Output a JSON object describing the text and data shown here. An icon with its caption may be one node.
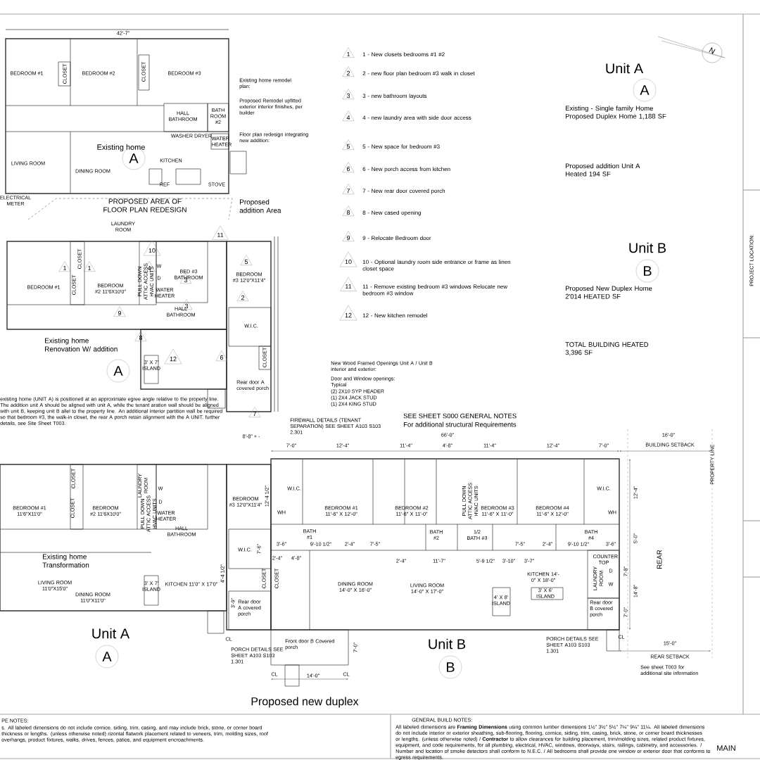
{
  "diagram": {
    "title": "Proposed new duplex",
    "nodes": [
      {
        "text": [
          "1"
        ],
        "beside": [
          "1 - New closets bedrooms #1 #2"
        ]
      },
      {
        "text": [
          "2"
        ],
        "beside": [
          "2 - new floor plan bedroom #3 walk in closet"
        ]
      },
      {
        "text": [
          "3"
        ],
        "beside": [
          "3 - new bathroom layouts"
        ]
      },
      {
        "text": [
          "4"
        ],
        "beside": [
          "4 - new laundry area with side door access"
        ]
      },
      {
        "text": [
          "5"
        ],
        "beside": [
          "5 - New space for bedroom #3"
        ]
      },
      {
        "text": [
          "6"
        ],
        "beside": [
          "6 - New porch access from kitchen"
        ]
      },
      {
        "text": [
          "7"
        ],
        "beside": [
          "7 - New rear door covered porch"
        ]
      },
      {
        "text": [
          "8"
        ],
        "beside": [
          "8 - New cased opening"
        ]
      },
      {
        "text": [
          "9"
        ],
        "beside": [
          "9 - Relocate Bedroom door"
        ]
      },
      {
        "text": [
          "10"
        ],
        "beside": [
          "10 - Optional laundry room side entrance or frame as linen closet space"
        ]
      },
      {
        "text": [
          "11"
        ],
        "beside": [
          "11 - Remove existing bedroom #3 windows Relocate new bedroom #3 window"
        ]
      },
      {
        "text": [
          "12"
        ],
        "beside": [
          "12 - New kitchen remodel"
        ]
      },
      {
        "text": [
          "11"
        ]
      },
      {
        "text": [
          "10"
        ]
      },
      {
        "text": [
          "1"
        ]
      },
      {
        "text": [
          "1"
        ]
      },
      {
        "text": [
          "4"
        ]
      },
      {
        "text": [
          "5"
        ]
      },
      {
        "text": [
          "3"
        ]
      },
      {
        "text": [
          "2"
        ]
      },
      {
        "text": [
          "3"
        ]
      },
      {
        "text": [
          "9"
        ]
      },
      {
        "text": [
          "8"
        ]
      },
      {
        "text": [
          "12"
        ]
      },
      {
        "text": [
          "6"
        ]
      },
      {
        "text": [
          "7"
        ]
      },
      {
        "text": [
          "A"
        ]
      },
      {
        "text": [
          "A"
        ]
      },
      {
        "text": [
          "A"
        ],
        "beside": [
          "Unit A"
        ]
      },
      {
        "text": [
          "B"
        ],
        "beside": [
          "Unit B"
        ]
      },
      {
        "text": [
          "A"
        ],
        "beside": [
          "Unit A"
        ]
      },
      {
        "text": [
          "B"
        ],
        "beside": [
          "Unit B"
        ]
      }
    ],
    "labels": [
      "42'-7\"",
      "BEDROOM #1",
      "CLOSET",
      "BEDROOM #2",
      "CLOSET",
      "BEDROOM #3",
      "HALL BATHROOM",
      "BATH ROOM #2",
      "WASHER DRYER",
      "WATER HEATER",
      "Existing home",
      "LIVING ROOM",
      "DINING ROOM",
      "KITCHEN",
      "REF",
      "STOVE",
      "ELECTRICAL METER",
      "Existing home remodel plan:",
      "Proposed Remodel upfitted exterior interior finishes, per builder",
      "Floor plan redesign integrating new addition:",
      "PROPOSED AREA OF FLOOR PLAN REDESIGN",
      "Proposed addition Area",
      "LAUNDRY ROOM",
      "BEDROOM #1",
      "BEDROOM #2 11'6X10'0\"",
      "CLOSET",
      "CLOSET",
      "PULL DOWN ATTIC ACCESS HVAC UNITS",
      "W",
      "D",
      "WATER HEATER",
      "BED #3 BATHROOM",
      "HALL BATHROOM",
      "BEDROOM #3 12'0\"X11'4\"",
      "W.I.C.",
      "CLOSET",
      "Existing home Renovation W/ addition",
      "3' X 7' ISLAND",
      "Rear door A covered porch",
      "existing home (UNIT A) is positioned at an approximate egree angle relative to the property line. The addition unit A should be aligned with unit A, while the tenant aration wall should be aligned with unit B, keeping unit B allel to the property line. An additional interior partition wall be required so that bedroom #3, the walk-in closet, the rear A porch retain alignment with the A UNIT. further details, see Site Sheet T003.",
      "New Wood Framed Openings Unit A / Unit B interior and exterior:",
      "Door and Window openings: Typical",
      "(2) 2X10 SYP HEADER",
      "(1) 2X4 JACK STUD",
      "(1) 2X4 KING STUD",
      "FIREWALL DETAILS (TENANT SEPARATION) SEE SHEET A103 S103 2.301",
      "SEE SHEET S000 GENERAL NOTES",
      "For additional structural Requirements",
      "8'-8\" + -",
      "Existing - Single family Home Proposed Duplex Home 1,188 SF",
      "Proposed addition Unit A Heated 194 SF",
      "Proposed New Duplex Home 2'014 HEATED SF",
      "TOTAL BUILDING HEATED 3,396 SF",
      "N",
      "BEDROOM #1 11'6\"X11'0\"",
      "CLOSET",
      "CLOSET",
      "BEDROOM #2 11'6X10'0\"",
      "LAUNDRY ROOM",
      "PULL DOWN ATTIC ACCESS HVAC UNITS",
      "W",
      "D",
      "WATER HEATER",
      "HALL BATHROOM",
      "BEDROOM #3 12'0\"X11'4\"",
      "12'-4 1/2\"",
      "W.I.C.",
      "7'-6\"",
      "Existing home Transformation",
      "LIVING ROOM 11'0\"X15'0\"",
      "DINING ROOM 11'0\"X11'0\"",
      "3' X 7' ISLAND",
      "KITCHEN 11'0\" X 17'0\"",
      "4'-4 1/2\"",
      "CLOSET",
      "3'-9\"",
      "Rear door A covered porch",
      "CL",
      "PORCH DETAILS SEE SHEET A103 S103 1.301",
      "66'-0\"",
      "7'-0\"",
      "12'-4\"",
      "11'-4\"",
      "4'-8\"",
      "11'-4\"",
      "12'-4\"",
      "7'-0\"",
      "16'-0\"",
      "BUILDING SETBACK",
      "PROPERTY LINE",
      "W.I.C.",
      "WH",
      "BEDROOM #1 11'-6\" X 12'-0\"",
      "BATH #1",
      "BEDROOM #2 11'-6\" X 11'-0\"",
      "PULL DOWN ATTIC ACCESS HVAC UNITS",
      "BEDROOM #3 11'-6\" X 11'-0\"",
      "BEDROOM #4 11'-6\" X 12'-0\"",
      "W.I.C.",
      "WH",
      "BATH #2",
      "1/2 BATH #3",
      "BATH #4",
      "3'-6\"",
      "9'-10 1/2\"",
      "2'-4\"",
      "7'-5\"",
      "7'-5\"",
      "2'-4\"",
      "9'-10 1/2\"",
      "3'-6\"",
      "2'-4\"",
      "4'-8\"",
      "CLOSET",
      "2'-4\"",
      "11'-7\"",
      "5'-9 1/2\"",
      "3'-10\"",
      "3'-7\"",
      "COUNTER TOP",
      "LAUNDRY ROOM",
      "D",
      "W",
      "KITCHEN 14'-0\" X 18'-0\"",
      "DINING ROOM 14'-0\" X 16'-0\"",
      "LIVING ROOM 14'-0\" X 17'-0\"",
      "4' X 8' ISLAND",
      "3' X 6' ISLAND",
      "Rear door B covered porch",
      "12'-4\"",
      "5'-0\"",
      "7'-8\"",
      "14'-8\"",
      "7'-0\"",
      "REAR",
      "Front door B Covered porch",
      "PORCH DETAILS SEE SHEET A103 S103 1.301",
      "CL",
      "15'-0\"",
      "REAR SETBACK",
      "See sheet T003 for additional site information",
      "7'-0\"",
      "CL",
      "14'-0\"",
      "CL",
      "PE NOTES:",
      "s. All labeled dimensions do not include cornice, siding, trim, casing, and may include brick, stone, or corner board thickness or lengths. (unless otherwise noted) rizontal flatwork placement related to veneers, trim, molding sizes, roof overhangs, product fixtures, walks, drives, fences, patios, and equipment encroachments.",
      "GENERAL BUILD NOTES:",
      "All labeled dimensions are **Framing Dimensions** using common lumber dimensions 1½\" 3½\" 5½\" 7¼\" 9¼\" 11¼. All labeled dimensions do not include interior or exterior sheathing, sub-flooring, flooring, cornice, siding, trim, casing, brick, stone, or corner board thicknesses or lengths. (unless otherwise noted) / **Contractor** to allow clearances for building placement, trim/molding sizes, related product fixtures, equipment, and code requirements, for all plumbing, electrical, HVAC, windows, doorways, stairs, railings, cabinetry, and accessories. / Number and location of smoke detectors shall conform to N.E.C. / All bedrooms shall provide one window or exterior door that conforms to egress requirements.",
      "MAIN",
      "PROJECT LOCATION:"
    ]
  }
}
